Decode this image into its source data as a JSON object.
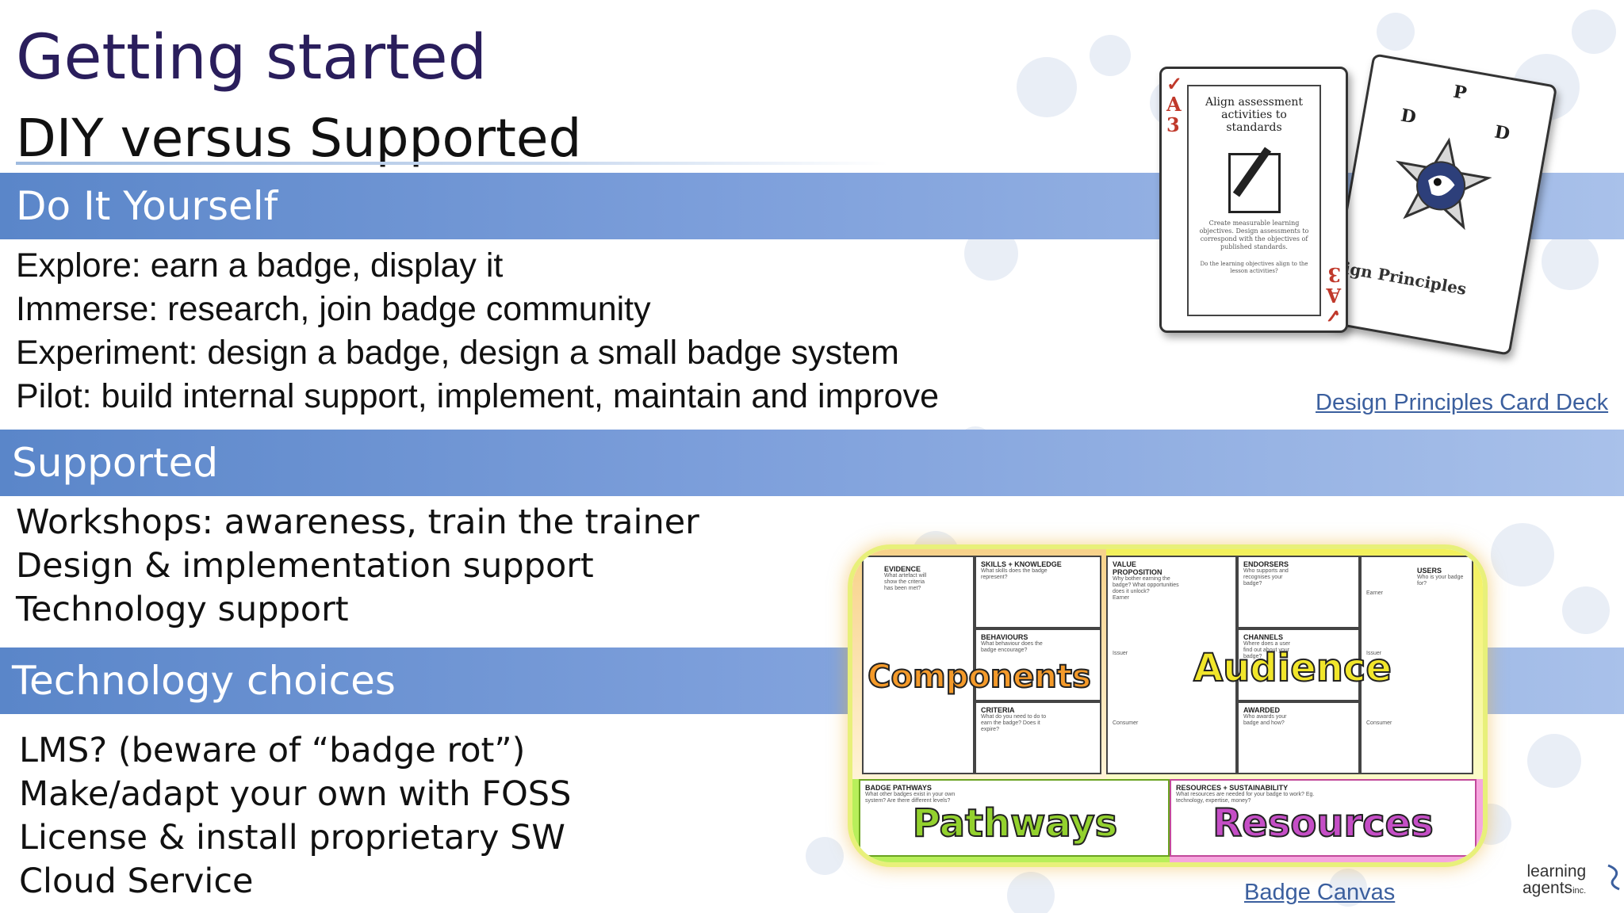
{
  "slide": {
    "title": "Getting started",
    "subtitle": "DIY versus Supported"
  },
  "sections": {
    "diy": {
      "header": "Do It Yourself",
      "items": [
        "Explore: earn a badge, display it",
        "Immerse: research, join badge community",
        "Experiment: design a badge, design a small badge system",
        "Pilot: build internal support, implement, maintain and improve"
      ]
    },
    "supported": {
      "header": "Supported",
      "items": [
        "Workshops: awareness, train the trainer",
        "Design & implementation support",
        "Technology support"
      ]
    },
    "technology": {
      "header": "Technology choices",
      "items": [
        "LMS? (beware of “badge rot”)",
        "Make/adapt your own with FOSS",
        "License & install proprietary SW",
        "Cloud Service"
      ]
    }
  },
  "links": {
    "card_deck": "Design Principles Card Deck",
    "badge_canvas": "Badge Canvas"
  },
  "card_image": {
    "front_title": "Align assessment activities to standards",
    "front_text": "Create measurable learning objectives. Design assessments to correspond with the objectives of published standards.",
    "front_question": "Do the learning objectives align to the lesson activities?",
    "corner_rank": "A",
    "corner_number": "3",
    "back_letters": [
      "P",
      "D",
      "D"
    ],
    "back_caption": "ign Principles"
  },
  "canvas_image": {
    "labels": {
      "components": "Components",
      "audience": "Audience",
      "pathways": "Pathways",
      "resources": "Resources"
    },
    "cell_titles": {
      "evidence": "EVIDENCE",
      "skills": "SKILLS + KNOWLEDGE",
      "behaviours": "BEHAVIOURS",
      "criteria": "CRITERIA",
      "value": "VALUE PROPOSITION",
      "endorsers": "ENDORSERS",
      "channels": "CHANNELS",
      "awarded": "AWARDED",
      "users": "USERS",
      "badge_pathways": "BADGE PATHWAYS",
      "resources_sustainability": "RESOURCES + SUSTAINABILITY"
    },
    "cell_notes": {
      "evidence": "What artefact will show the criteria has been met?",
      "skills": "What skills does the badge represent?",
      "behaviours": "What behaviour does the badge encourage?",
      "criteria": "What do you need to do to earn the badge? Does it expire?",
      "value": "Why bother earning the badge? What opportunities does it unlock?",
      "endorsers": "Who supports and recognises your badge?",
      "channels": "Where does a user find out about your badge?",
      "awarded": "Who awards your badge and how?",
      "users": "Who is your badge for?",
      "badge_pathways": "What other badges exist in your own system? Are there different levels?",
      "resources_sustainability": "What resources are needed for your badge to work? Eg. technology, expertise, money?",
      "earner": "Earner",
      "issuer": "Issuer",
      "consumer": "Consumer"
    }
  },
  "logo": {
    "line1": "learning",
    "line2": "agents",
    "suffix": "inc."
  },
  "colors": {
    "title": "#2a1e5c",
    "band_start": "#5a86c9",
    "band_end": "#a9c1ea",
    "link": "#3b5f9e",
    "card_accent": "#c0392b"
  }
}
